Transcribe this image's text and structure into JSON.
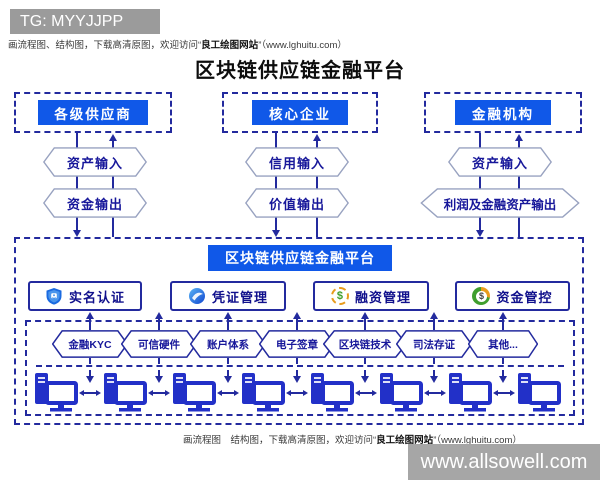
{
  "badges": {
    "tg": "TG: MYYJJPP",
    "site_watermark": "www.allsowell.com"
  },
  "promo_top": {
    "prefix": "画流程图、结构图，下载高清原图，欢迎访问“",
    "site": "良工绘图网站",
    "suffix": "”（www.lghuitu.com）"
  },
  "promo_bottom": {
    "prefix": "画流程图　结构图，下载高清原图，欢迎访问“",
    "site": "良工绘图网站",
    "suffix": "”（www.lghuitu.com）"
  },
  "title": "区块链供应链金融平台",
  "actors": [
    {
      "label": "各级供应商",
      "input": "资产输入",
      "output": "资金输出"
    },
    {
      "label": "核心企业",
      "input": "信用输入",
      "output": "价值输出"
    },
    {
      "label": "金融机构",
      "input": "资产输入",
      "output": "利润及金融资产输出"
    }
  ],
  "platform": {
    "title": "区块链供应链金融平台",
    "modules": [
      {
        "label": "实名认证",
        "icon": "shield-icon"
      },
      {
        "label": "凭证管理",
        "icon": "certificate-icon"
      },
      {
        "label": "融资管理",
        "icon": "coin-dashed-icon"
      },
      {
        "label": "资金管控",
        "icon": "coin-pie-icon"
      }
    ],
    "technologies": [
      "金融KYC",
      "可信硬件",
      "账户体系",
      "电子签章",
      "区块链技术",
      "司法存证",
      "其他..."
    ],
    "node_count": 8
  },
  "icons": {
    "dollar": "$"
  },
  "colors": {
    "box_blue": "#1058e8",
    "line_navy": "#232a9e",
    "hex_text": "#17179a",
    "flow_hex_border": "#98a2c0",
    "gray_badge": "#9b9b9b",
    "watermark_bg": "#a6a6a6",
    "pc_blue": "#2230c8",
    "coin_orange": "#e89c1c",
    "coin_green": "#3f9e2e",
    "icon_blue": "#1a6ae0"
  }
}
